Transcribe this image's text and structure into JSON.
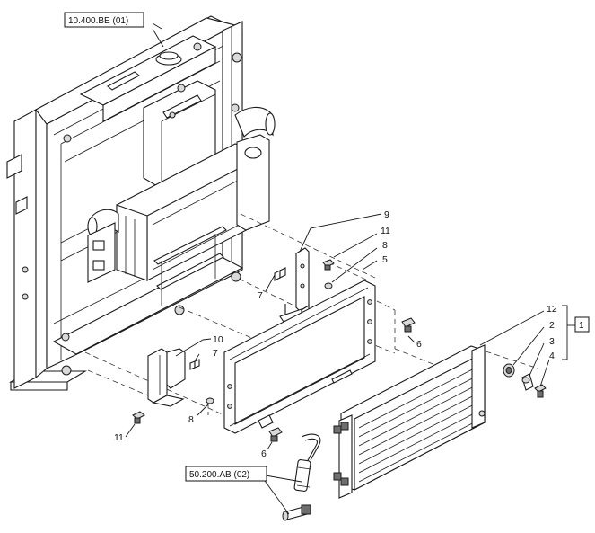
{
  "references": {
    "top": "10.400.BE (01)",
    "bottom": "50.200.AB (02)"
  },
  "kit_label": "1",
  "callouts": {
    "c9": "9",
    "c11a": "11",
    "c8a": "8",
    "c5": "5",
    "c7a": "7",
    "c12": "12",
    "c2": "2",
    "c3": "3",
    "c4": "4",
    "c6a": "6",
    "c10": "10",
    "c7b": "7",
    "c8b": "8",
    "c11b": "11",
    "c6b": "6"
  }
}
